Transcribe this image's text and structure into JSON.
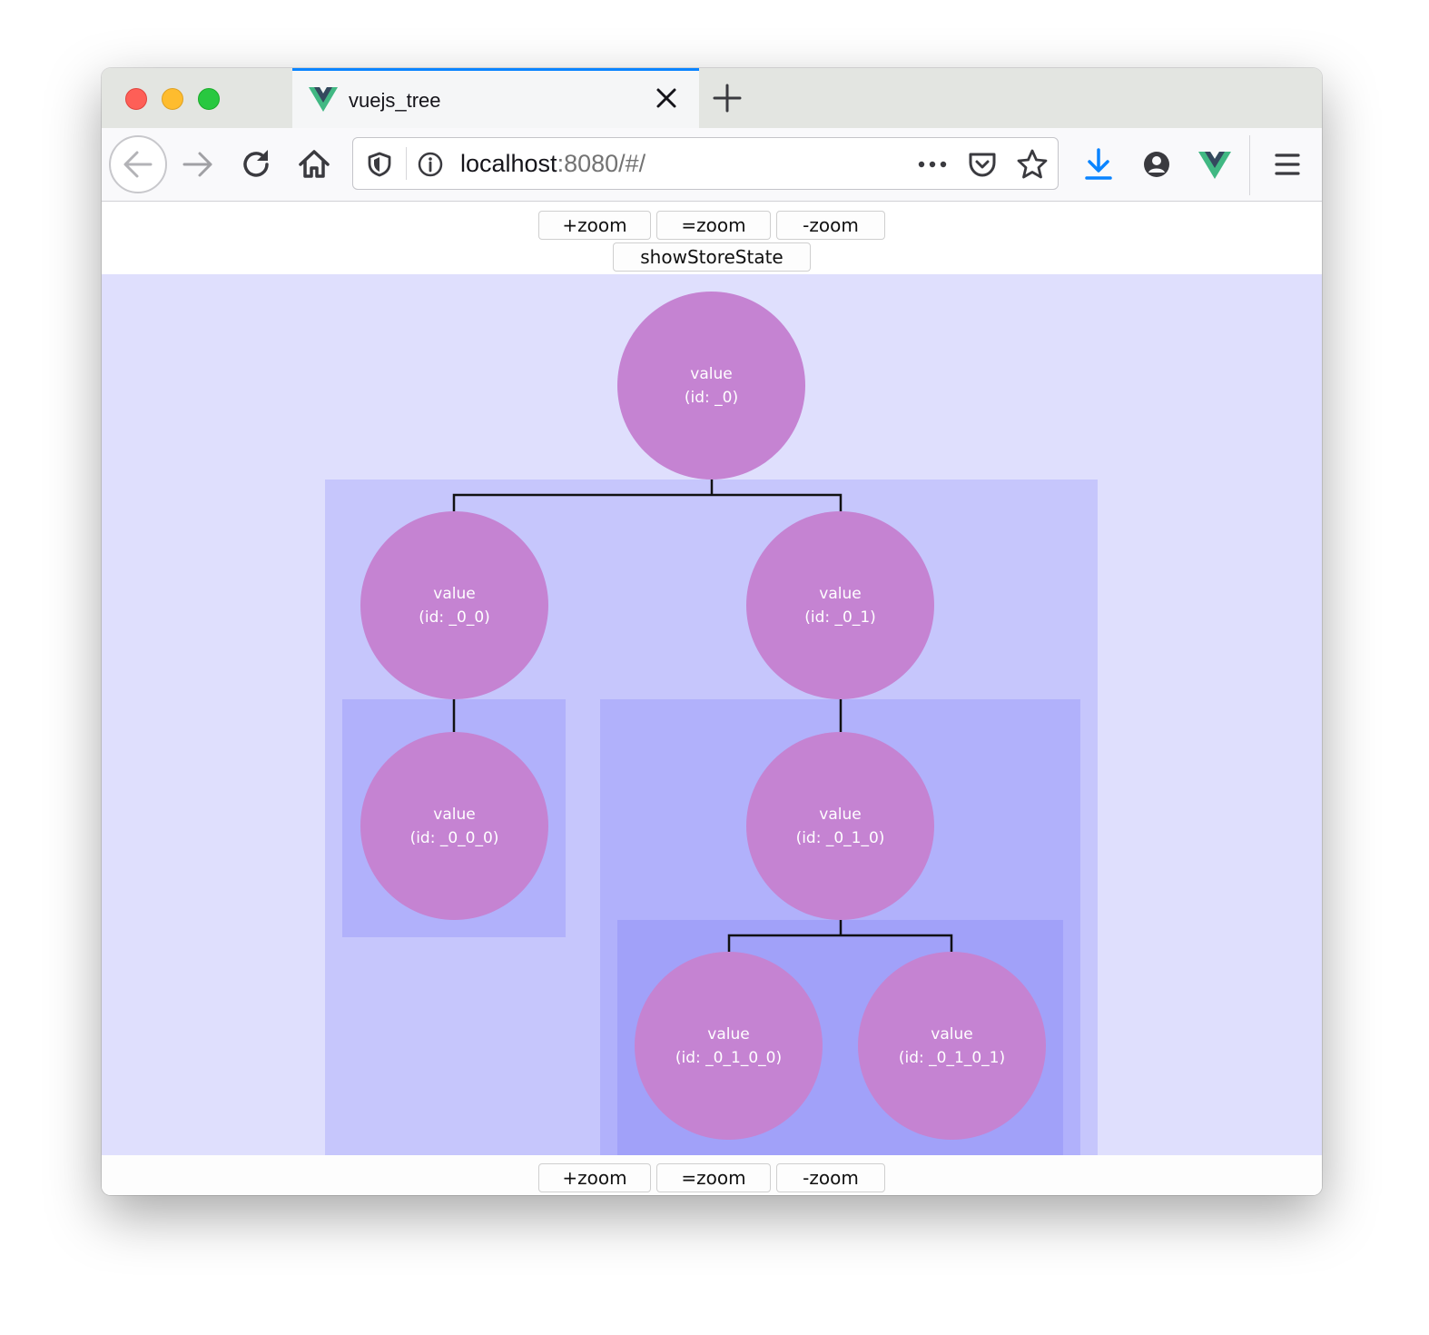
{
  "browser": {
    "tab_title": "vuejs_tree",
    "url_host": "localhost",
    "url_rest": ":8080/#/",
    "icons": [
      "vue-logo-icon",
      "close-icon",
      "plus-icon",
      "back-arrow-icon",
      "forward-arrow-icon",
      "reload-icon",
      "home-icon",
      "shield-icon",
      "info-icon",
      "more-icon",
      "pocket-icon",
      "star-icon",
      "download-icon",
      "account-icon",
      "vue-devtools-icon",
      "menu-icon"
    ],
    "accent": "#0a84ff"
  },
  "controls": {
    "zoom_in": "+zoom",
    "zoom_reset": "=zoom",
    "zoom_out": "-zoom",
    "show_store_state": "showStoreState"
  },
  "tree": {
    "colors": {
      "canvas": "#dfdffd",
      "level1": "#c6c6fc",
      "level2": "#b1b1fb",
      "level3": "#a1a1f9",
      "node": "#c583d2"
    },
    "nodes": [
      {
        "value": "value",
        "id_label": "(id: _0)"
      },
      {
        "value": "value",
        "id_label": "(id: _0_0)"
      },
      {
        "value": "value",
        "id_label": "(id: _0_1)"
      },
      {
        "value": "value",
        "id_label": "(id: _0_0_0)"
      },
      {
        "value": "value",
        "id_label": "(id: _0_1_0)"
      },
      {
        "value": "value",
        "id_label": "(id: _0_1_0_0)"
      },
      {
        "value": "value",
        "id_label": "(id: _0_1_0_1)"
      }
    ]
  }
}
